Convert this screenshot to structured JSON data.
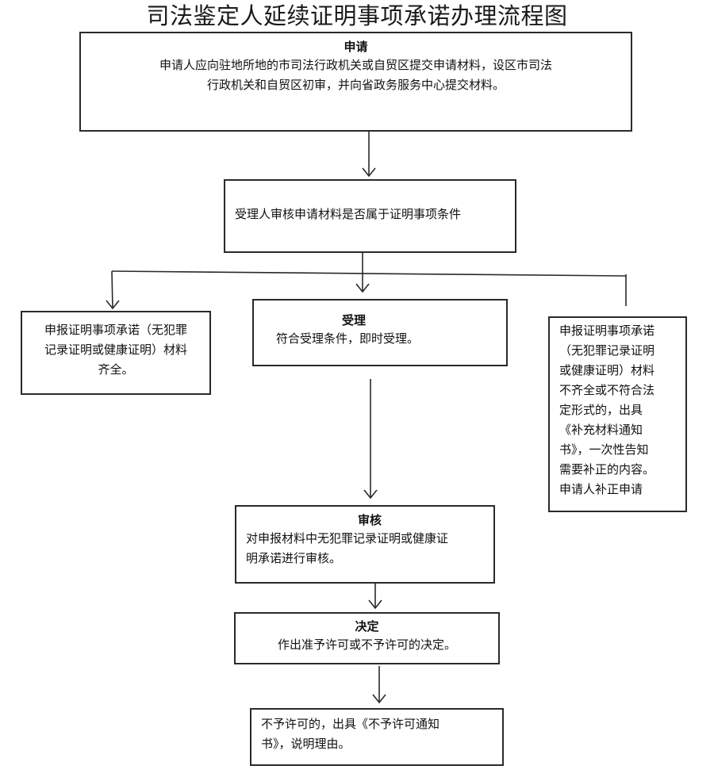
{
  "title": "司法鉴定人延续证明事项承诺办理流程图",
  "steps": {
    "apply": {
      "heading": "申请",
      "text_lines": [
        "申请人应向驻地所地的市司法行政机关或自贸区提交申请材料，设区市司法",
        "行政机关和自贸区初审，并向省政务服务中心提交材料。"
      ]
    },
    "check": {
      "text": "受理人审核申请材料是否属于证明事项条件"
    },
    "complete": {
      "text_lines": [
        "申报证明事项承诺（无犯罪",
        "记录证明或健康证明）材料",
        "齐全。"
      ]
    },
    "accept": {
      "heading": "受理",
      "text": "符合受理条件，即时受理。"
    },
    "incomplete": {
      "text_lines": [
        "申报证明事项承诺",
        "（无犯罪记录证明",
        "或健康证明）材料",
        "不齐全或不符合法",
        "定形式的，出具",
        "《补充材料通知",
        "书》，一次性告知",
        "需要补正的内容。",
        "申请人补正申请"
      ]
    },
    "review": {
      "heading": "审核",
      "text_lines": [
        "对申报材料中无犯罪记录证明或健康证",
        "明承诺进行审核。"
      ]
    },
    "decide": {
      "heading": "决定",
      "text": "作出准予许可或不予许可的决定。"
    },
    "deny": {
      "text_lines": [
        "不予许可的，出具《不予许可通知",
        "书》，说明理由。"
      ]
    }
  }
}
